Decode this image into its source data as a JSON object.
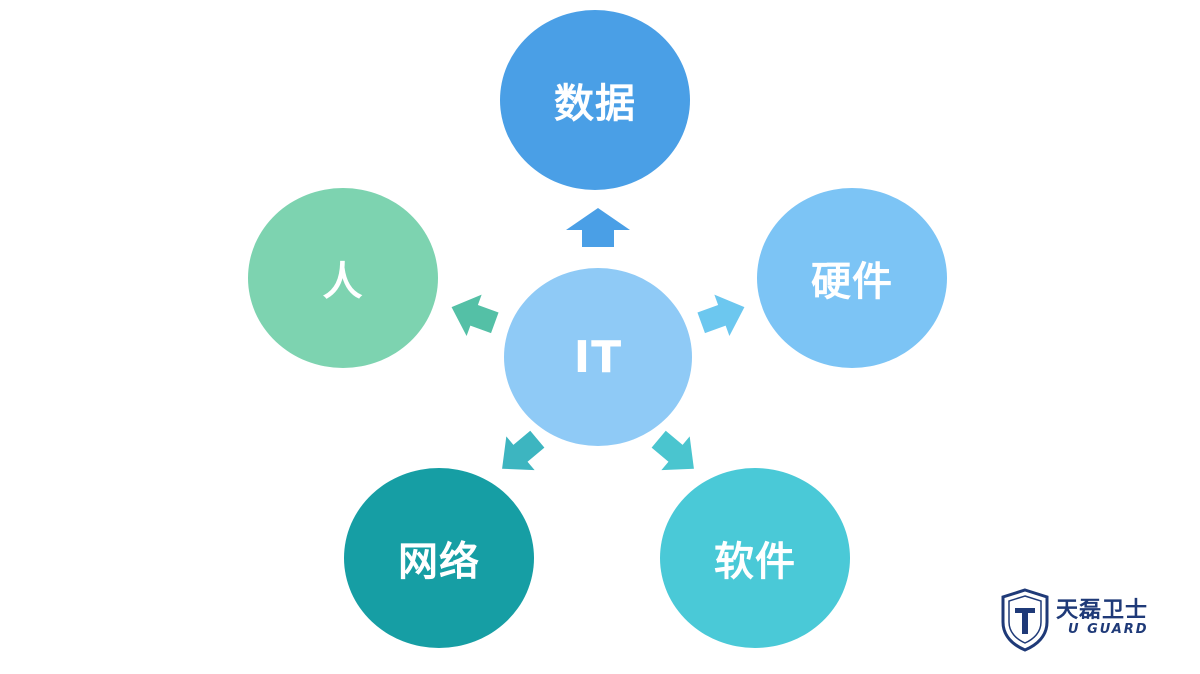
{
  "diagram": {
    "center": {
      "label": "IT",
      "color": "#8fcaf6"
    },
    "nodes": {
      "top": {
        "label": "数据",
        "color": "#4a9fe6"
      },
      "left": {
        "label": "人",
        "color": "#7dd3b0"
      },
      "right": {
        "label": "硬件",
        "color": "#7cc4f5"
      },
      "bottom_left": {
        "label": "网络",
        "color": "#169ea4"
      },
      "bottom_right": {
        "label": "软件",
        "color": "#4ac9d7"
      }
    },
    "arrow_colors": {
      "top": "#4a9fe6",
      "left": "#54c0a6",
      "right": "#6cc7ef",
      "bottom_left": "#3db5c0",
      "bottom_right": "#4ac5cf"
    }
  },
  "logo": {
    "name": "天磊卫士",
    "sub": "U GUARD",
    "color": "#1f3a78"
  }
}
